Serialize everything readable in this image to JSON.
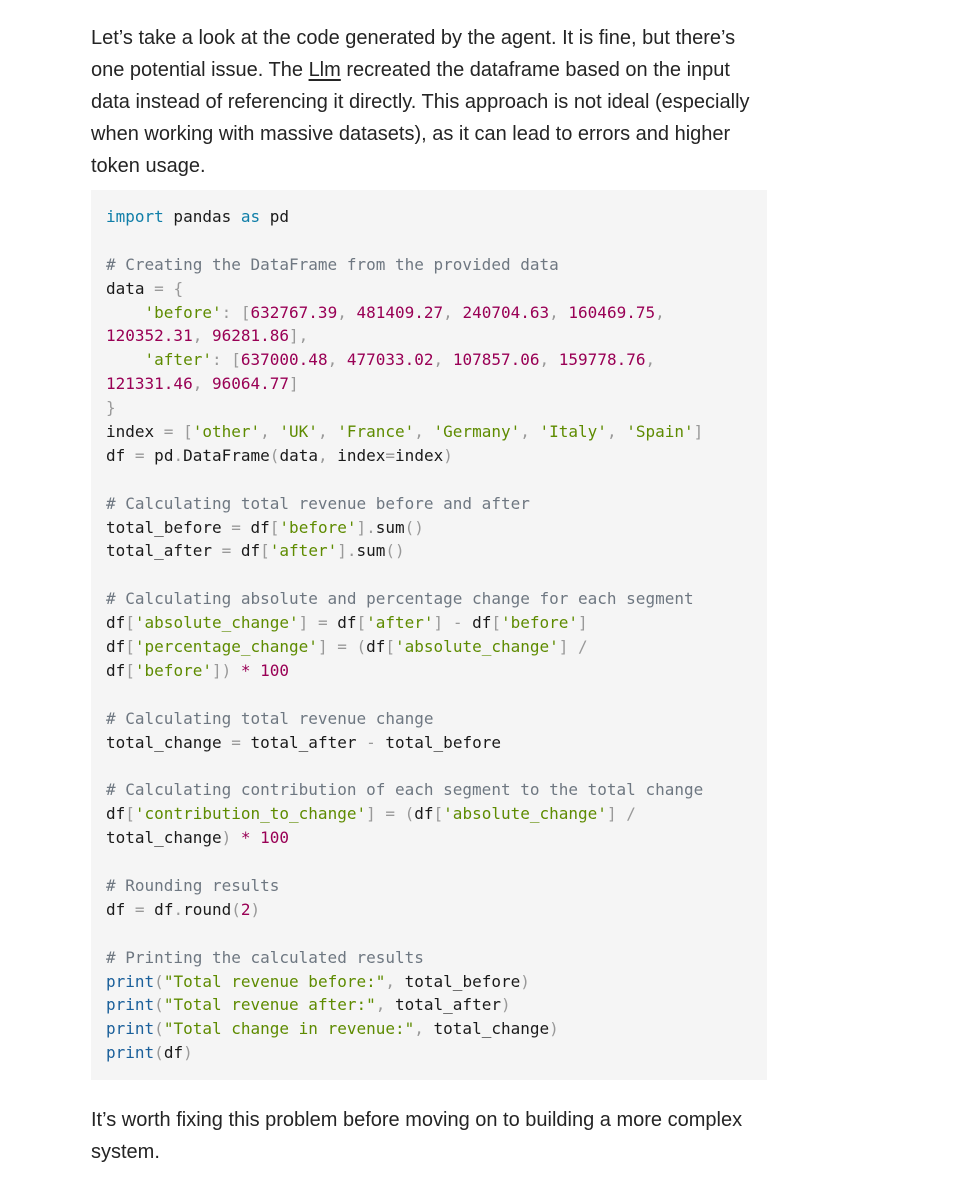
{
  "article": {
    "intro": {
      "before_link": "Let’s take a look at the code generated by the agent. It is fine, but there’s one potential issue. The ",
      "link": "Llm",
      "after_link": " recreated the dataframe based on the input data instead of referencing it directly. This approach is not ideal (especially when working with massive datasets), as it can lead to errors and higher token usage."
    },
    "outro": "It’s worth fixing this problem before moving on to building a more complex system."
  },
  "code": {
    "language": "python",
    "lines": [
      [
        {
          "t": "kw",
          "v": "import"
        },
        {
          "t": "",
          "v": " pandas "
        },
        {
          "t": "kw",
          "v": "as"
        },
        {
          "t": "",
          "v": " pd"
        }
      ],
      [],
      [
        {
          "t": "cm",
          "v": "# Creating the DataFrame from the provided data"
        }
      ],
      [
        {
          "t": "",
          "v": "data "
        },
        {
          "t": "pu",
          "v": "= {"
        }
      ],
      [
        {
          "t": "",
          "v": "    "
        },
        {
          "t": "st",
          "v": "'before'"
        },
        {
          "t": "pu",
          "v": ": ["
        },
        {
          "t": "nm",
          "v": "632767.39"
        },
        {
          "t": "pu",
          "v": ", "
        },
        {
          "t": "nm",
          "v": "481409.27"
        },
        {
          "t": "pu",
          "v": ", "
        },
        {
          "t": "nm",
          "v": "240704.63"
        },
        {
          "t": "pu",
          "v": ", "
        },
        {
          "t": "nm",
          "v": "160469.75"
        },
        {
          "t": "pu",
          "v": ","
        }
      ],
      [
        {
          "t": "nm",
          "v": "120352.31"
        },
        {
          "t": "pu",
          "v": ", "
        },
        {
          "t": "nm",
          "v": "96281.86"
        },
        {
          "t": "pu",
          "v": "],"
        }
      ],
      [
        {
          "t": "",
          "v": "    "
        },
        {
          "t": "st",
          "v": "'after'"
        },
        {
          "t": "pu",
          "v": ": ["
        },
        {
          "t": "nm",
          "v": "637000.48"
        },
        {
          "t": "pu",
          "v": ", "
        },
        {
          "t": "nm",
          "v": "477033.02"
        },
        {
          "t": "pu",
          "v": ", "
        },
        {
          "t": "nm",
          "v": "107857.06"
        },
        {
          "t": "pu",
          "v": ", "
        },
        {
          "t": "nm",
          "v": "159778.76"
        },
        {
          "t": "pu",
          "v": ","
        }
      ],
      [
        {
          "t": "nm",
          "v": "121331.46"
        },
        {
          "t": "pu",
          "v": ", "
        },
        {
          "t": "nm",
          "v": "96064.77"
        },
        {
          "t": "pu",
          "v": "]"
        }
      ],
      [
        {
          "t": "pu",
          "v": "}"
        }
      ],
      [
        {
          "t": "",
          "v": "index "
        },
        {
          "t": "pu",
          "v": "= ["
        },
        {
          "t": "st",
          "v": "'other'"
        },
        {
          "t": "pu",
          "v": ", "
        },
        {
          "t": "st",
          "v": "'UK'"
        },
        {
          "t": "pu",
          "v": ", "
        },
        {
          "t": "st",
          "v": "'France'"
        },
        {
          "t": "pu",
          "v": ", "
        },
        {
          "t": "st",
          "v": "'Germany'"
        },
        {
          "t": "pu",
          "v": ", "
        },
        {
          "t": "st",
          "v": "'Italy'"
        },
        {
          "t": "pu",
          "v": ", "
        },
        {
          "t": "st",
          "v": "'Spain'"
        },
        {
          "t": "pu",
          "v": "]"
        }
      ],
      [
        {
          "t": "",
          "v": "df "
        },
        {
          "t": "pu",
          "v": "="
        },
        {
          "t": "",
          "v": " pd"
        },
        {
          "t": "pu",
          "v": "."
        },
        {
          "t": "",
          "v": "DataFrame"
        },
        {
          "t": "pu",
          "v": "("
        },
        {
          "t": "",
          "v": "data"
        },
        {
          "t": "pu",
          "v": ", "
        },
        {
          "t": "",
          "v": "index"
        },
        {
          "t": "pu",
          "v": "="
        },
        {
          "t": "",
          "v": "index"
        },
        {
          "t": "pu",
          "v": ")"
        }
      ],
      [],
      [
        {
          "t": "cm",
          "v": "# Calculating total revenue before and after"
        }
      ],
      [
        {
          "t": "",
          "v": "total_before "
        },
        {
          "t": "pu",
          "v": "="
        },
        {
          "t": "",
          "v": " df"
        },
        {
          "t": "pu",
          "v": "["
        },
        {
          "t": "st",
          "v": "'before'"
        },
        {
          "t": "pu",
          "v": "]."
        },
        {
          "t": "",
          "v": "sum"
        },
        {
          "t": "pu",
          "v": "()"
        }
      ],
      [
        {
          "t": "",
          "v": "total_after "
        },
        {
          "t": "pu",
          "v": "="
        },
        {
          "t": "",
          "v": " df"
        },
        {
          "t": "pu",
          "v": "["
        },
        {
          "t": "st",
          "v": "'after'"
        },
        {
          "t": "pu",
          "v": "]."
        },
        {
          "t": "",
          "v": "sum"
        },
        {
          "t": "pu",
          "v": "()"
        }
      ],
      [],
      [
        {
          "t": "cm",
          "v": "# Calculating absolute and percentage change for each segment"
        }
      ],
      [
        {
          "t": "",
          "v": "df"
        },
        {
          "t": "pu",
          "v": "["
        },
        {
          "t": "st",
          "v": "'absolute_change'"
        },
        {
          "t": "pu",
          "v": "] = "
        },
        {
          "t": "",
          "v": "df"
        },
        {
          "t": "pu",
          "v": "["
        },
        {
          "t": "st",
          "v": "'after'"
        },
        {
          "t": "pu",
          "v": "] - "
        },
        {
          "t": "",
          "v": "df"
        },
        {
          "t": "pu",
          "v": "["
        },
        {
          "t": "st",
          "v": "'before'"
        },
        {
          "t": "pu",
          "v": "]"
        }
      ],
      [
        {
          "t": "",
          "v": "df"
        },
        {
          "t": "pu",
          "v": "["
        },
        {
          "t": "st",
          "v": "'percentage_change'"
        },
        {
          "t": "pu",
          "v": "] = ("
        },
        {
          "t": "",
          "v": "df"
        },
        {
          "t": "pu",
          "v": "["
        },
        {
          "t": "st",
          "v": "'absolute_change'"
        },
        {
          "t": "pu",
          "v": "] /"
        }
      ],
      [
        {
          "t": "",
          "v": "df"
        },
        {
          "t": "pu",
          "v": "["
        },
        {
          "t": "st",
          "v": "'before'"
        },
        {
          "t": "pu",
          "v": "]) "
        },
        {
          "t": "nm",
          "v": "*"
        },
        {
          "t": "",
          "v": " "
        },
        {
          "t": "nm",
          "v": "100"
        }
      ],
      [],
      [
        {
          "t": "cm",
          "v": "# Calculating total revenue change"
        }
      ],
      [
        {
          "t": "",
          "v": "total_change "
        },
        {
          "t": "pu",
          "v": "="
        },
        {
          "t": "",
          "v": " total_after "
        },
        {
          "t": "pu",
          "v": "-"
        },
        {
          "t": "",
          "v": " total_before"
        }
      ],
      [],
      [
        {
          "t": "cm",
          "v": "# Calculating contribution of each segment to the total change"
        }
      ],
      [
        {
          "t": "",
          "v": "df"
        },
        {
          "t": "pu",
          "v": "["
        },
        {
          "t": "st",
          "v": "'contribution_to_change'"
        },
        {
          "t": "pu",
          "v": "] = ("
        },
        {
          "t": "",
          "v": "df"
        },
        {
          "t": "pu",
          "v": "["
        },
        {
          "t": "st",
          "v": "'absolute_change'"
        },
        {
          "t": "pu",
          "v": "] /"
        }
      ],
      [
        {
          "t": "",
          "v": "total_change"
        },
        {
          "t": "pu",
          "v": ") "
        },
        {
          "t": "nm",
          "v": "*"
        },
        {
          "t": "",
          "v": " "
        },
        {
          "t": "nm",
          "v": "100"
        }
      ],
      [],
      [
        {
          "t": "cm",
          "v": "# Rounding results"
        }
      ],
      [
        {
          "t": "",
          "v": "df "
        },
        {
          "t": "pu",
          "v": "="
        },
        {
          "t": "",
          "v": " df"
        },
        {
          "t": "pu",
          "v": "."
        },
        {
          "t": "",
          "v": "round"
        },
        {
          "t": "pu",
          "v": "("
        },
        {
          "t": "nm",
          "v": "2"
        },
        {
          "t": "pu",
          "v": ")"
        }
      ],
      [],
      [
        {
          "t": "cm",
          "v": "# Printing the calculated results"
        }
      ],
      [
        {
          "t": "fn",
          "v": "print"
        },
        {
          "t": "pu",
          "v": "("
        },
        {
          "t": "st",
          "v": "\"Total revenue before:\""
        },
        {
          "t": "pu",
          "v": ", "
        },
        {
          "t": "",
          "v": "total_before"
        },
        {
          "t": "pu",
          "v": ")"
        }
      ],
      [
        {
          "t": "fn",
          "v": "print"
        },
        {
          "t": "pu",
          "v": "("
        },
        {
          "t": "st",
          "v": "\"Total revenue after:\""
        },
        {
          "t": "pu",
          "v": ", "
        },
        {
          "t": "",
          "v": "total_after"
        },
        {
          "t": "pu",
          "v": ")"
        }
      ],
      [
        {
          "t": "fn",
          "v": "print"
        },
        {
          "t": "pu",
          "v": "("
        },
        {
          "t": "st",
          "v": "\"Total change in revenue:\""
        },
        {
          "t": "pu",
          "v": ", "
        },
        {
          "t": "",
          "v": "total_change"
        },
        {
          "t": "pu",
          "v": ")"
        }
      ],
      [
        {
          "t": "fn",
          "v": "print"
        },
        {
          "t": "pu",
          "v": "("
        },
        {
          "t": "",
          "v": "df"
        },
        {
          "t": "pu",
          "v": ")"
        }
      ]
    ]
  }
}
